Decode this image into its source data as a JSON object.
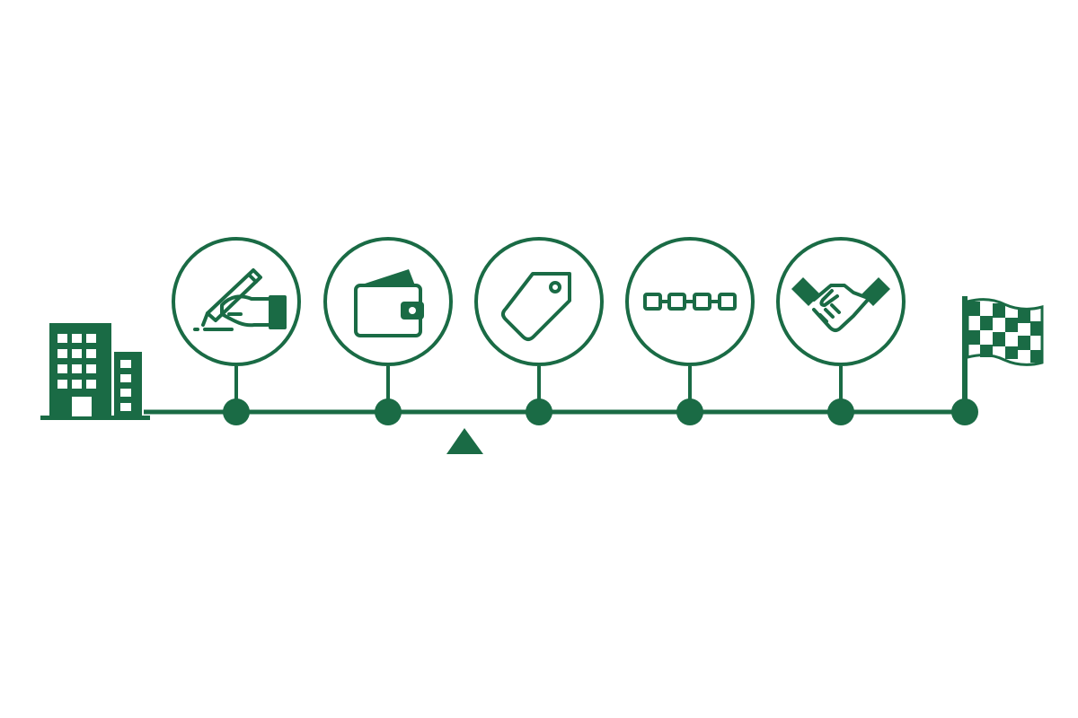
{
  "diagram": {
    "type": "process-timeline",
    "accent_color": "#1a6b45",
    "background_color": "#ffffff",
    "start": {
      "icon": "office-building-icon"
    },
    "steps": [
      {
        "icon": "hand-signing-icon"
      },
      {
        "icon": "wallet-icon"
      },
      {
        "icon": "price-tag-icon"
      },
      {
        "icon": "chain-link-icon"
      },
      {
        "icon": "handshake-icon"
      }
    ],
    "end": {
      "icon": "checkered-flag-icon"
    },
    "progress_marker": {
      "icon": "triangle-marker-icon",
      "between_steps": [
        2,
        3
      ]
    }
  }
}
